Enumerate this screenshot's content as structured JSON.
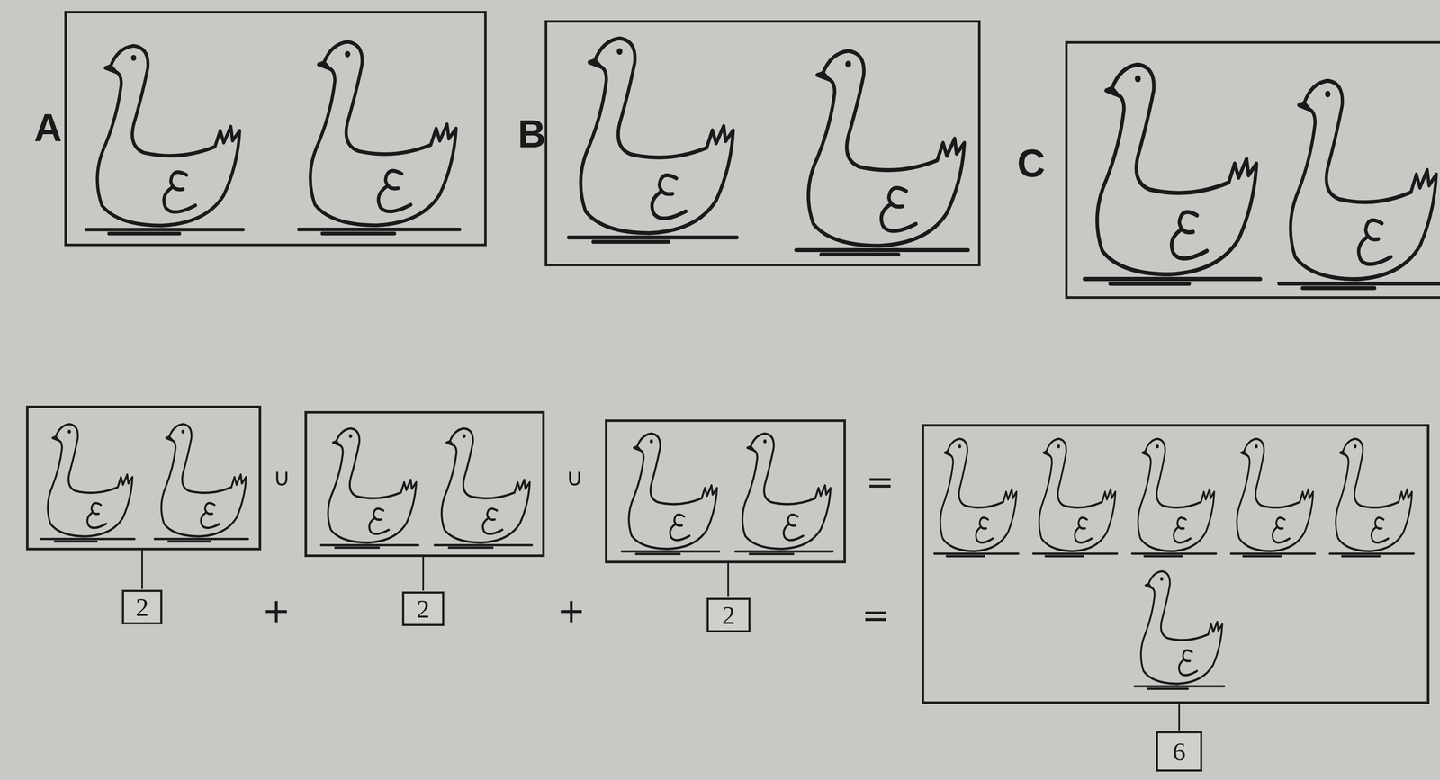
{
  "diagram": {
    "nodes": [
      {
        "text": [
          "A"
        ]
      },
      {
        "text": [
          "B"
        ]
      },
      {
        "text": [
          "C"
        ]
      },
      {
        "text": [
          "2"
        ]
      },
      {
        "text": [
          "2"
        ]
      },
      {
        "text": [
          "2"
        ]
      },
      {
        "text": [
          "6"
        ]
      }
    ],
    "labels": [
      "∪",
      "∪",
      "=",
      "+",
      "+",
      "="
    ]
  }
}
